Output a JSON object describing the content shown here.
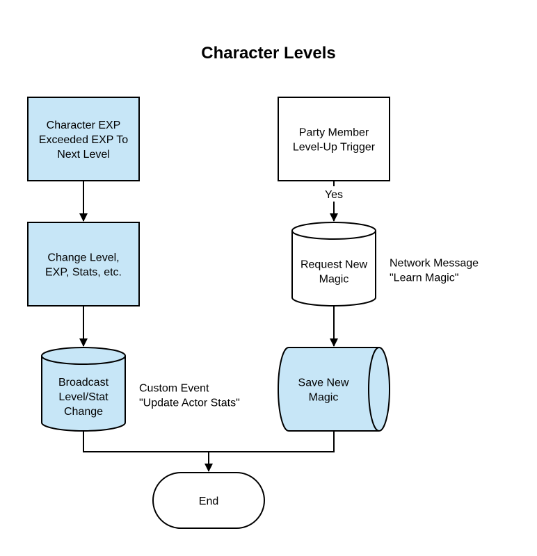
{
  "title": "Character Levels",
  "colors": {
    "fill_blue": "#c7e6f7",
    "fill_white": "#ffffff",
    "stroke": "#000000"
  },
  "nodes": {
    "exp_exceeded": {
      "lines": [
        "Character EXP",
        "Exceeded EXP To",
        "Next Level"
      ]
    },
    "party_trigger": {
      "lines": [
        "Party Member",
        "Level-Up Trigger"
      ]
    },
    "change_level": {
      "lines": [
        "Change Level,",
        "EXP, Stats, etc."
      ]
    },
    "request_magic": {
      "lines": [
        "Request New",
        "Magic"
      ]
    },
    "broadcast": {
      "lines": [
        "Broadcast",
        "Level/Stat",
        "Change"
      ]
    },
    "save_magic": {
      "lines": [
        "Save New",
        "Magic"
      ]
    },
    "end": {
      "lines": [
        "End"
      ]
    }
  },
  "notes": {
    "network_message": {
      "lines": [
        "Network Message",
        "\"Learn Magic\""
      ]
    },
    "custom_event": {
      "lines": [
        "Custom Event",
        "\"Update Actor Stats\""
      ]
    }
  },
  "edge_labels": {
    "yes": "Yes"
  }
}
